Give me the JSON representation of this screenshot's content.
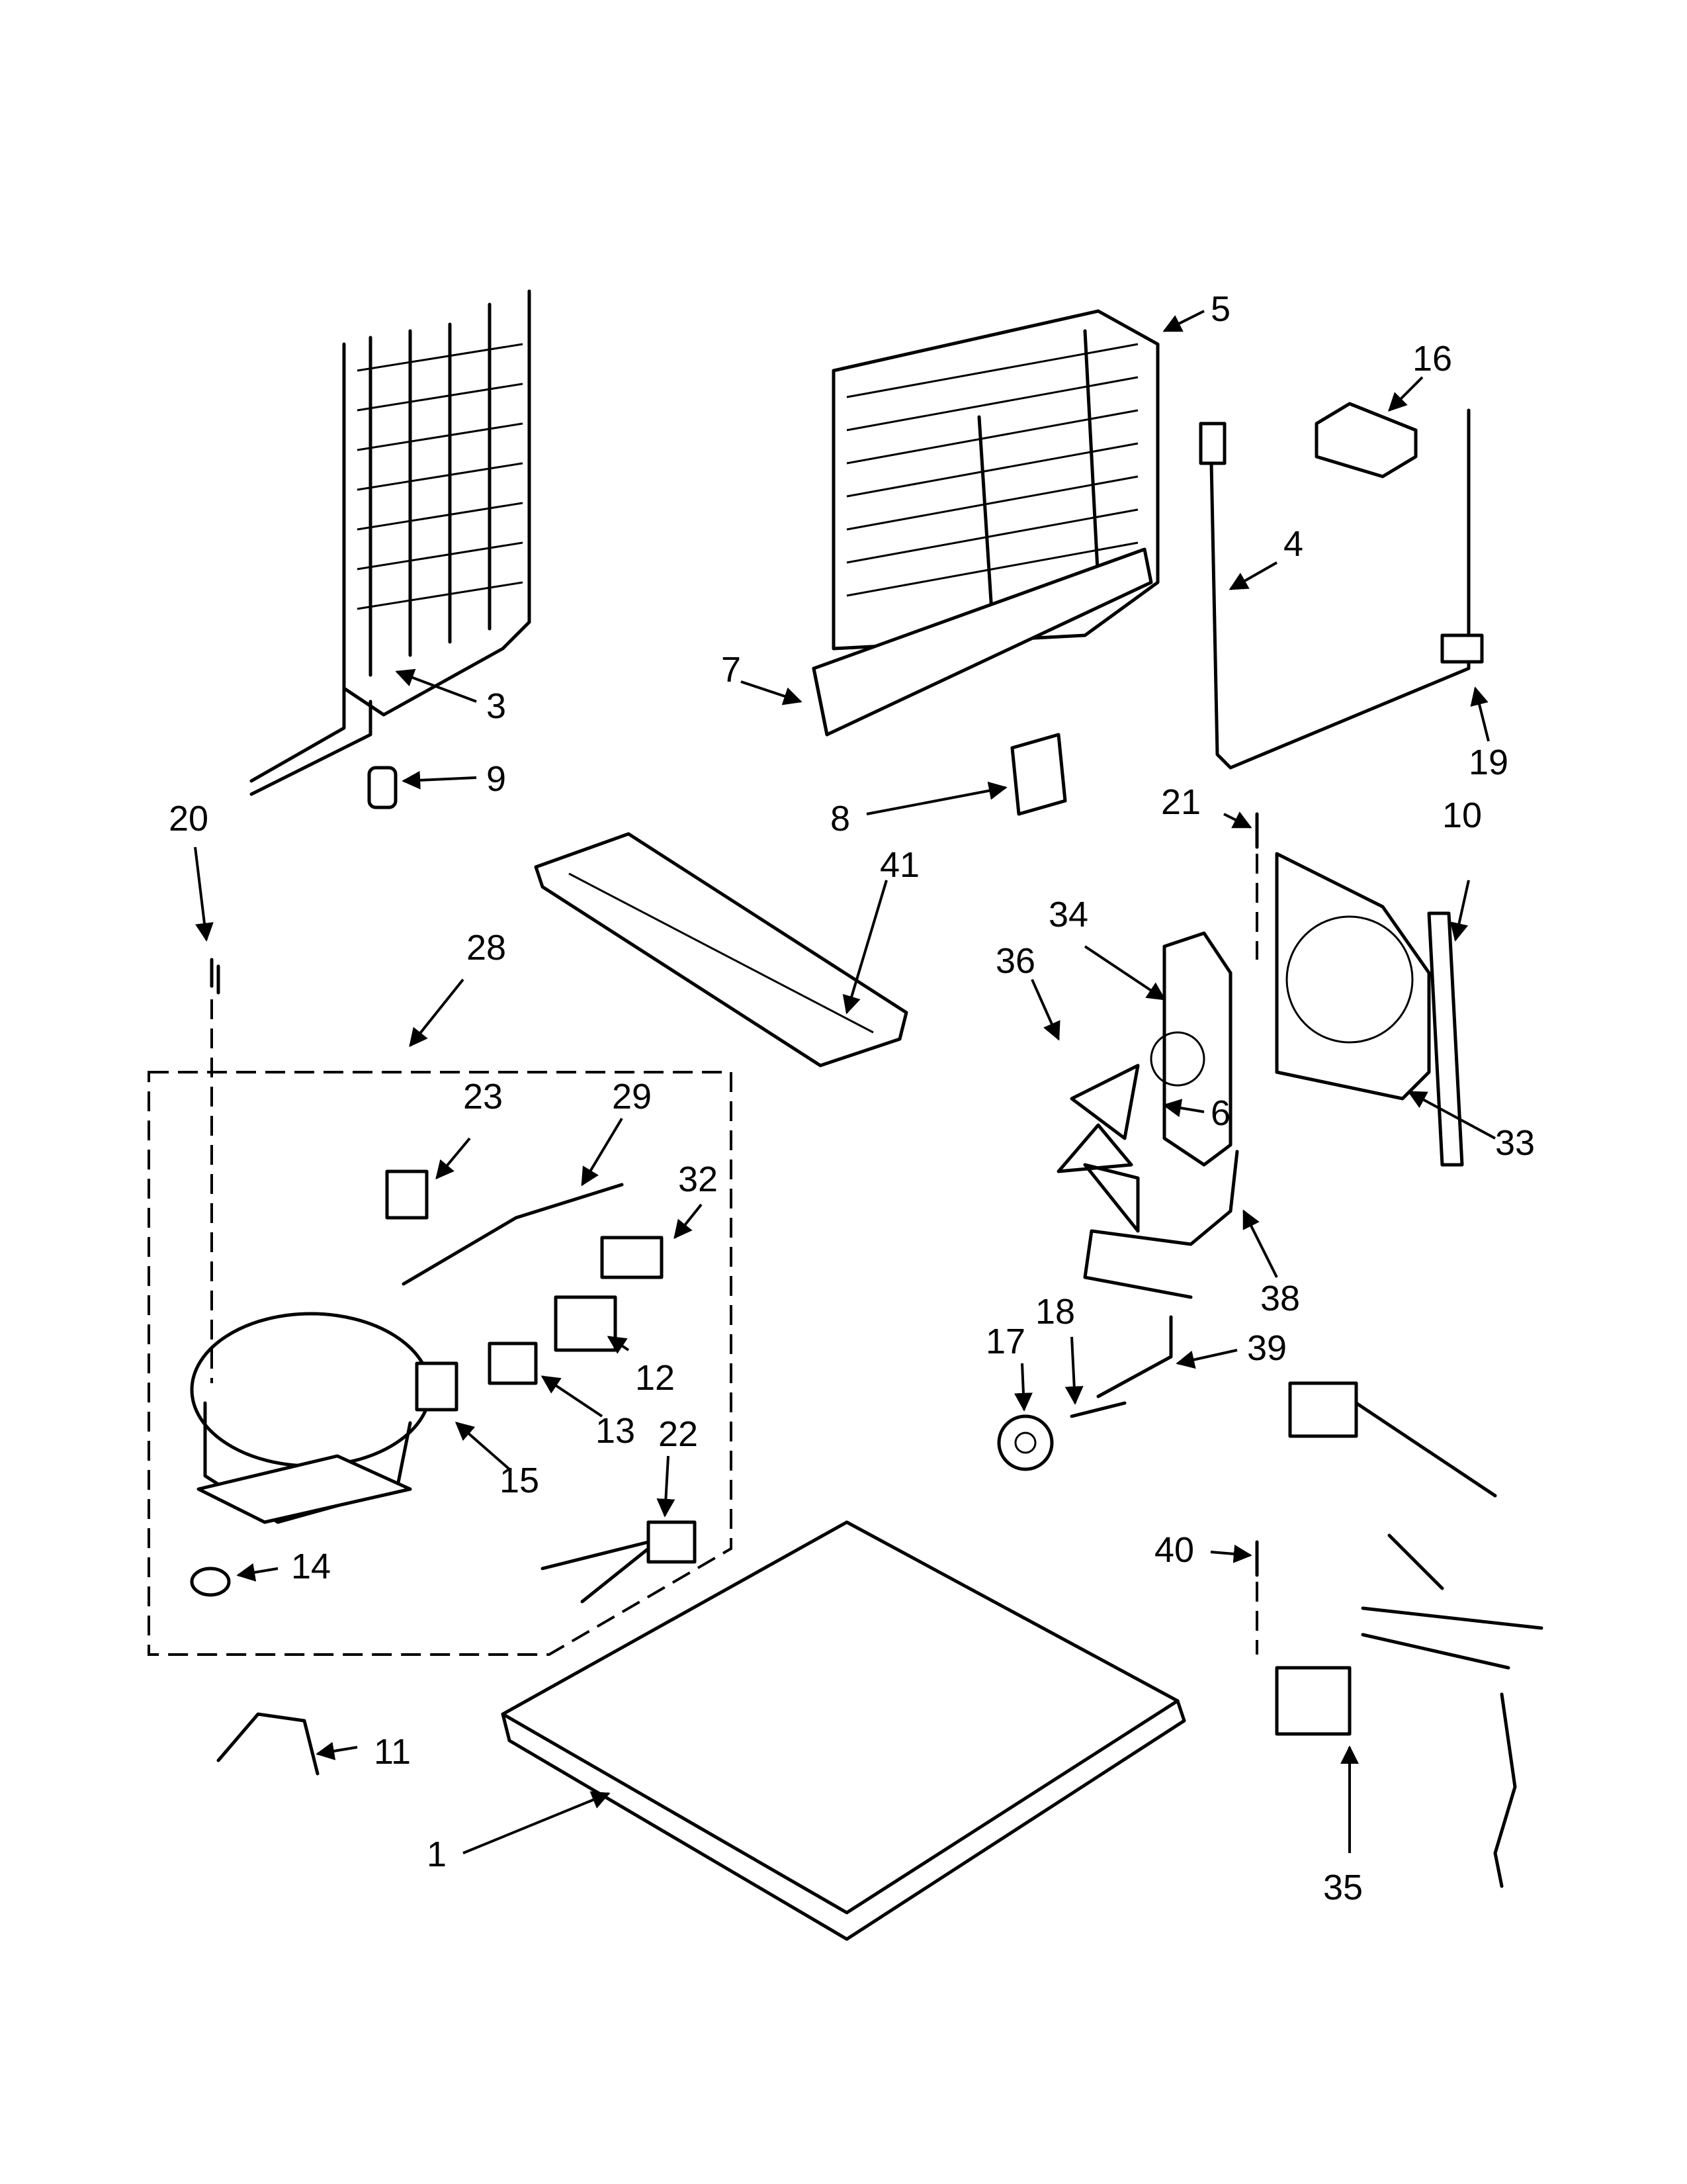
{
  "diagram": {
    "type": "exploded-parts-diagram",
    "callouts": [
      "1",
      "3",
      "4",
      "5",
      "6",
      "7",
      "8",
      "9",
      "10",
      "11",
      "12",
      "13",
      "14",
      "15",
      "16",
      "17",
      "18",
      "19",
      "20",
      "21",
      "22",
      "23",
      "28",
      "29",
      "32",
      "33",
      "34",
      "35",
      "36",
      "38",
      "39",
      "40",
      "41"
    ]
  }
}
